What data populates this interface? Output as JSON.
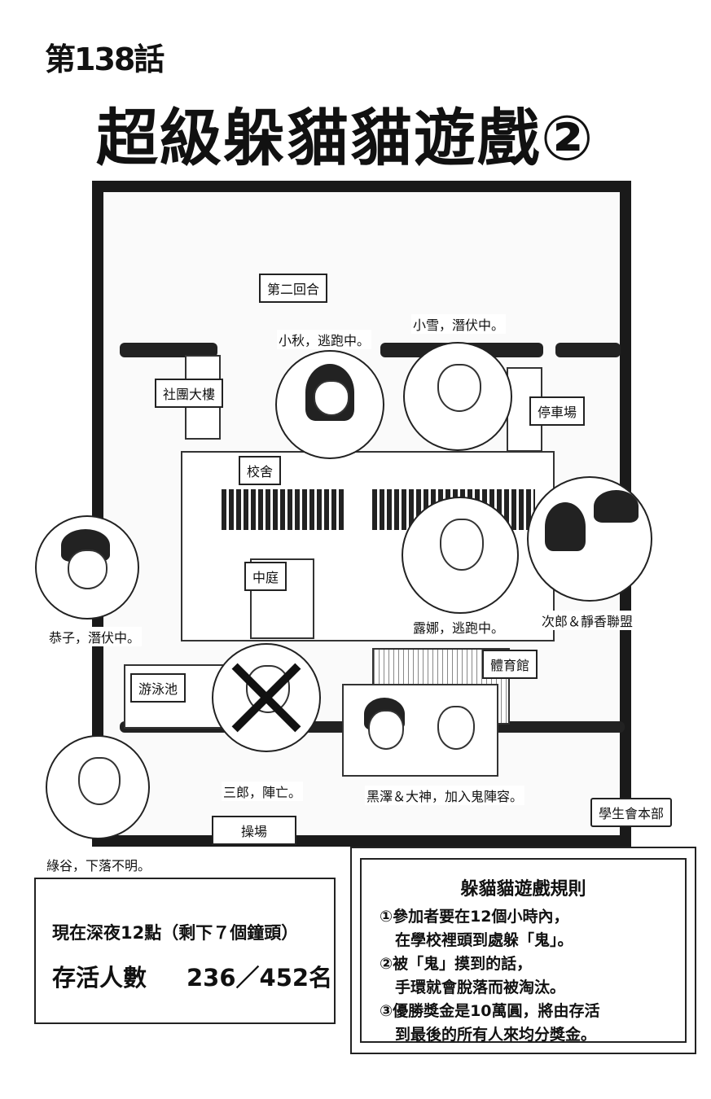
{
  "chapter": "第138話",
  "title": "超級躲貓貓遊戲②",
  "map": {
    "round": "第二回合",
    "places": {
      "club": "社團大樓",
      "parking": "停車場",
      "school": "校舍",
      "courtyard": "中庭",
      "gym": "體育館",
      "pool": "游泳池",
      "field": "操場",
      "council": "學生會本部"
    }
  },
  "captions": {
    "aki": "小秋，逃跑中。",
    "yuki": "小雪，潛伏中。",
    "kyoko": "恭子，潛伏中。",
    "luna": "露娜，逃跑中。",
    "alliance": "次郎＆靜香聯盟",
    "saburo": "三郎，陣亡。",
    "kurosawa": "黑澤＆大神，加入鬼陣容。",
    "midoriya": "綠谷，下落不明。"
  },
  "status": {
    "time": "現在深夜12點（剩下７個鐘頭）",
    "survivors_label": "存活人數",
    "survivors": "236／452名"
  },
  "rules": {
    "title": "躲貓貓遊戲規則",
    "lines": [
      "①參加者要在12個小時內，",
      "　在學校裡頭到處躲「鬼」。",
      "②被「鬼」摸到的話，",
      "　手環就會脫落而被淘汰。",
      "③優勝獎金是10萬圓，將由存活",
      "　到最後的所有人來均分獎金。"
    ]
  }
}
